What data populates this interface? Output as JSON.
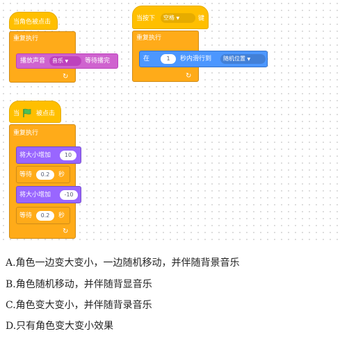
{
  "script1": {
    "hat": "当角色被点击",
    "forever": "重复执行",
    "play_prefix": "播放声音",
    "sound": "音乐",
    "play_suffix": "等待播完"
  },
  "script2": {
    "hat_prefix": "当按下",
    "key": "空格",
    "hat_suffix": "键",
    "forever": "重复执行",
    "glide_prefix": "在",
    "seconds": "1",
    "glide_mid": "秒内滑行到",
    "target": "随机位置"
  },
  "script3": {
    "hat_prefix": "当",
    "hat_suffix": "被点击",
    "forever": "重复执行",
    "change1_label": "将大小增加",
    "change1_value": "10",
    "wait1_label": "等待",
    "wait1_value": "0.2",
    "wait1_unit": "秒",
    "change2_label": "将大小增加",
    "change2_value": "-10",
    "wait2_label": "等待",
    "wait2_value": "0.2",
    "wait2_unit": "秒"
  },
  "options": [
    "A.角色一边变大变小，一边随机移动，并伴随背景音乐",
    "B.角色随机移动，并伴随背显音乐",
    "C.角色变大变小，并伴随背录音乐",
    "D.只有角色变大变小效果"
  ],
  "colors": {
    "events": "#ffbf00",
    "control": "#ffab19",
    "sound": "#cf63cf",
    "motion": "#4c97ff",
    "looks": "#9966ff",
    "green_flag": "#4cbf56"
  }
}
